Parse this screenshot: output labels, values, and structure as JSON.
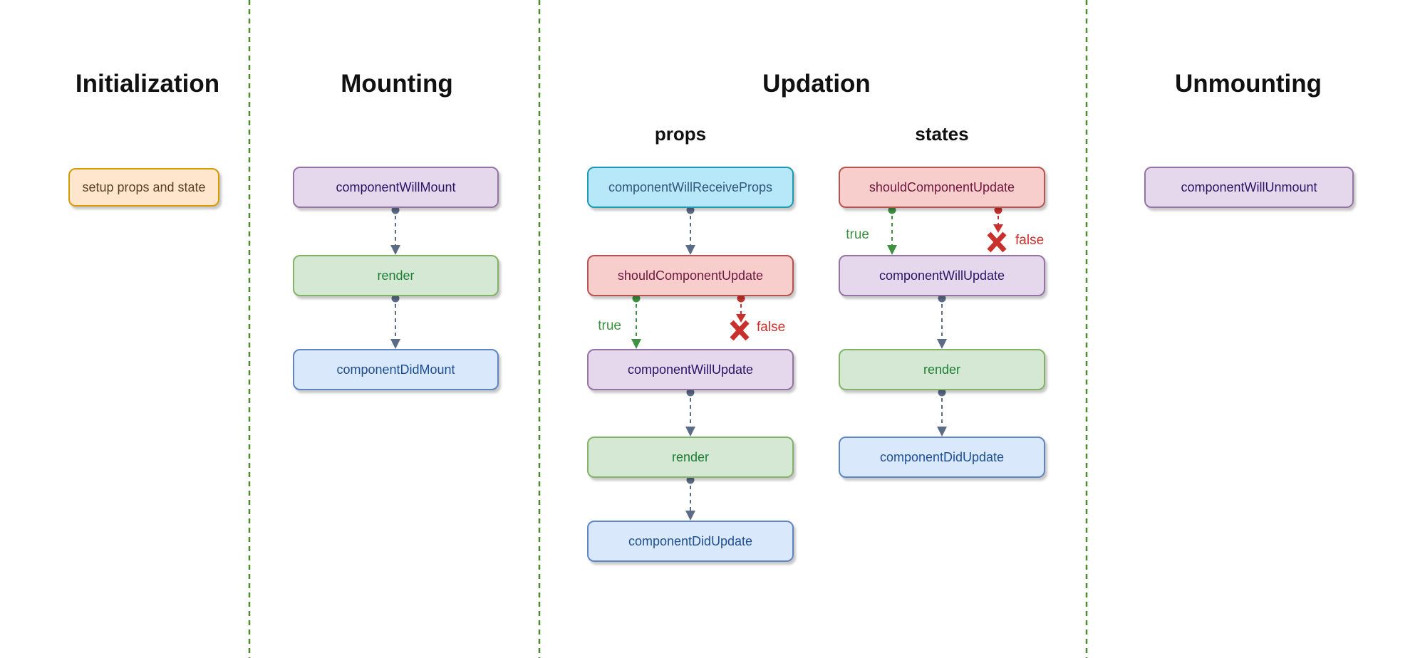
{
  "diagram": {
    "title_implied": "React component lifecycle",
    "sections": [
      {
        "title": "Initialization",
        "boxes": [
          {
            "label": "setup props and state",
            "style": "orange"
          }
        ]
      },
      {
        "title": "Mounting",
        "boxes": [
          {
            "label": "componentWillMount",
            "style": "purple"
          },
          {
            "label": "render",
            "style": "green"
          },
          {
            "label": "componentDidMount",
            "style": "blue"
          }
        ]
      },
      {
        "title": "Updation",
        "columns": [
          {
            "header": "props",
            "boxes": [
              {
                "label": "componentWillReceiveProps",
                "style": "cyan"
              },
              {
                "label": "shouldComponentUpdate",
                "style": "red"
              },
              {
                "label": "componentWillUpdate",
                "style": "purple"
              },
              {
                "label": "render",
                "style": "green"
              },
              {
                "label": "componentDidUpdate",
                "style": "blue"
              }
            ]
          },
          {
            "header": "states",
            "boxes": [
              {
                "label": "shouldComponentUpdate",
                "style": "red"
              },
              {
                "label": "componentWillUpdate",
                "style": "purple"
              },
              {
                "label": "render",
                "style": "green"
              },
              {
                "label": "componentDidUpdate",
                "style": "blue"
              }
            ]
          }
        ]
      },
      {
        "title": "Unmounting",
        "boxes": [
          {
            "label": "componentWillUnmount",
            "style": "purple"
          }
        ]
      }
    ],
    "branch_labels": {
      "true": "true",
      "false": "false"
    },
    "colors": {
      "background": "#ffffff",
      "divider_green": "#4f8a2f",
      "arrow_slate": "#5b6c86",
      "branch_true_green": "#3f9142",
      "branch_false_red": "#c9302c",
      "box_orange_fill": "#ffe6cc",
      "box_orange_border": "#d79b00",
      "box_orange_text": "#5b4026",
      "box_purple_fill": "#e5d8ec",
      "box_purple_border": "#9673a6",
      "box_purple_text": "#2d1266",
      "box_green_fill": "#d5e8d4",
      "box_green_border": "#82b366",
      "box_green_text": "#1e7e34",
      "box_blue_fill": "#dae8fc",
      "box_blue_border": "#5f86c2",
      "box_blue_text": "#1d4f91",
      "box_cyan_fill": "#b7e8f9",
      "box_cyan_border": "#1c9ab0",
      "box_cyan_text": "#33567c",
      "box_red_fill": "#f8cecc",
      "box_red_border": "#b85450",
      "box_red_text": "#701740"
    }
  }
}
